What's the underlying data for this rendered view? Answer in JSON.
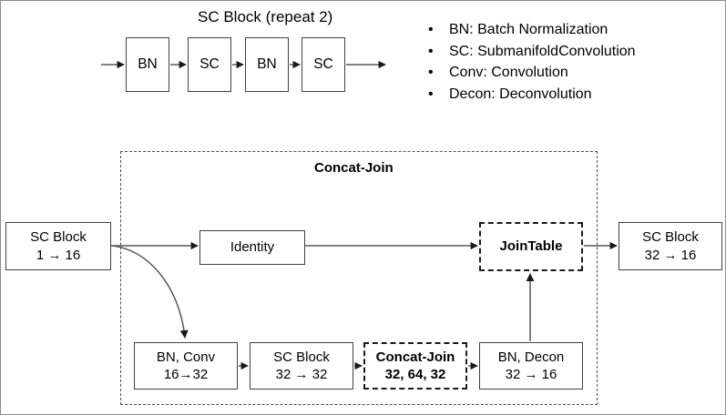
{
  "diagram": {
    "top_section": {
      "title": "SC Block (repeat 2)",
      "blocks": [
        {
          "label": "BN"
        },
        {
          "label": "SC"
        },
        {
          "label": "BN"
        },
        {
          "label": "SC"
        }
      ]
    },
    "legend": {
      "bullet": "•",
      "items": [
        "BN: Batch Normalization",
        "SC: SubmanifoldConvolution",
        "Conv: Convolution",
        "Decon: Deconvolution"
      ]
    },
    "group": {
      "title": "Concat-Join"
    },
    "nodes": {
      "input_sc_block": {
        "line1": "SC Block",
        "line2": "1 → 16"
      },
      "identity": {
        "line1": "Identity",
        "line2": ""
      },
      "join_table": {
        "line1": "JoinTable",
        "line2": ""
      },
      "output_sc_block": {
        "line1": "SC Block",
        "line2": "32 → 16"
      },
      "bn_conv": {
        "line1": "BN, Conv",
        "line2": "16→32"
      },
      "sc_block_mid": {
        "line1": "SC Block",
        "line2": "32 → 32"
      },
      "concat_join_inner": {
        "line1": "Concat-Join",
        "line2": "32, 64, 32"
      },
      "bn_decon": {
        "line1": "BN, Decon",
        "line2": "32 → 16"
      }
    },
    "colors": {
      "stroke": "#404040",
      "dashed_stroke": "#4d4d4d",
      "text": "#000000",
      "background": "#ffffff",
      "frame": "#8c8c8c"
    }
  }
}
